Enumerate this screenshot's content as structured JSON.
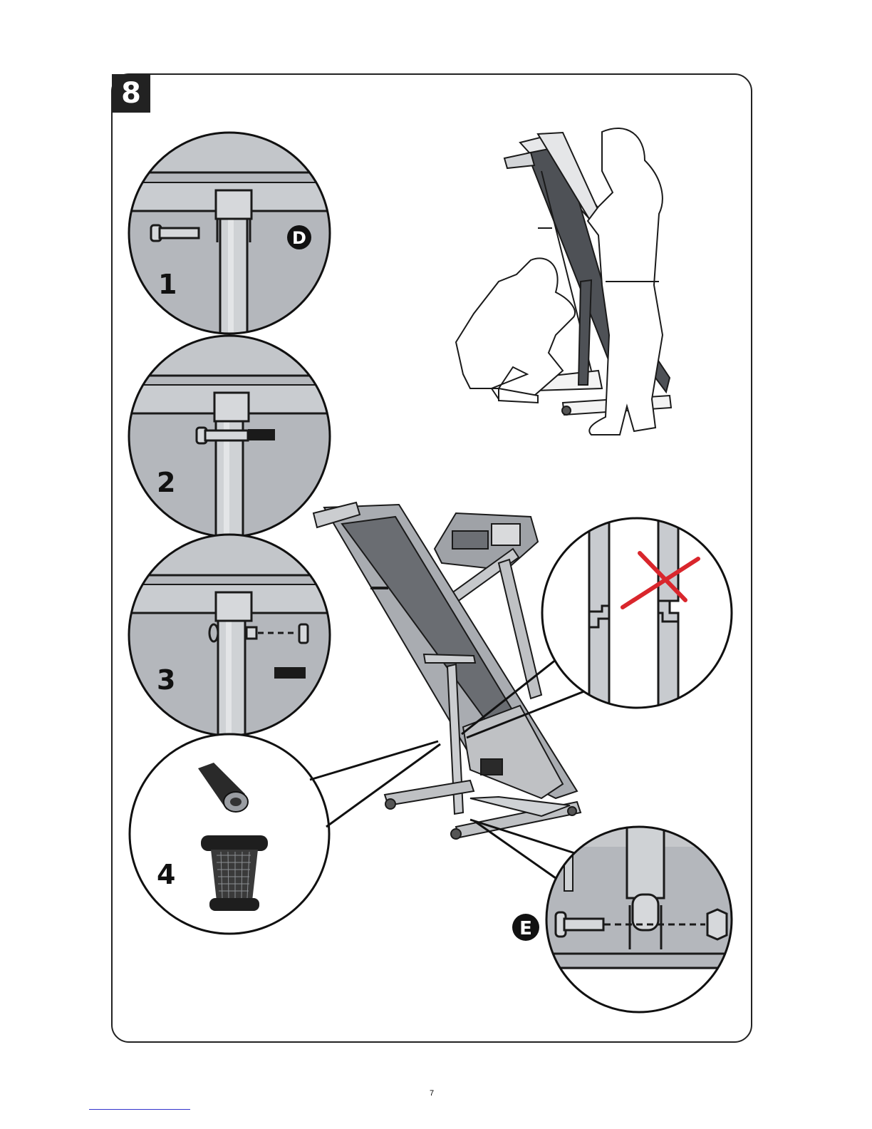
{
  "step": {
    "number": "8"
  },
  "details": [
    {
      "label": "1"
    },
    {
      "label": "2"
    },
    {
      "label": "3"
    },
    {
      "label": "4"
    }
  ],
  "parts": {
    "d": "D",
    "e": "E"
  },
  "page_number": "7",
  "colors": {
    "panel_gray": "#b4b7bc",
    "frame_gray": "#cfd2d5",
    "dark_gray": "#5a5d62",
    "outline": "#1a1a1a",
    "badge": "#222222",
    "warning_red": "#d9262c"
  }
}
